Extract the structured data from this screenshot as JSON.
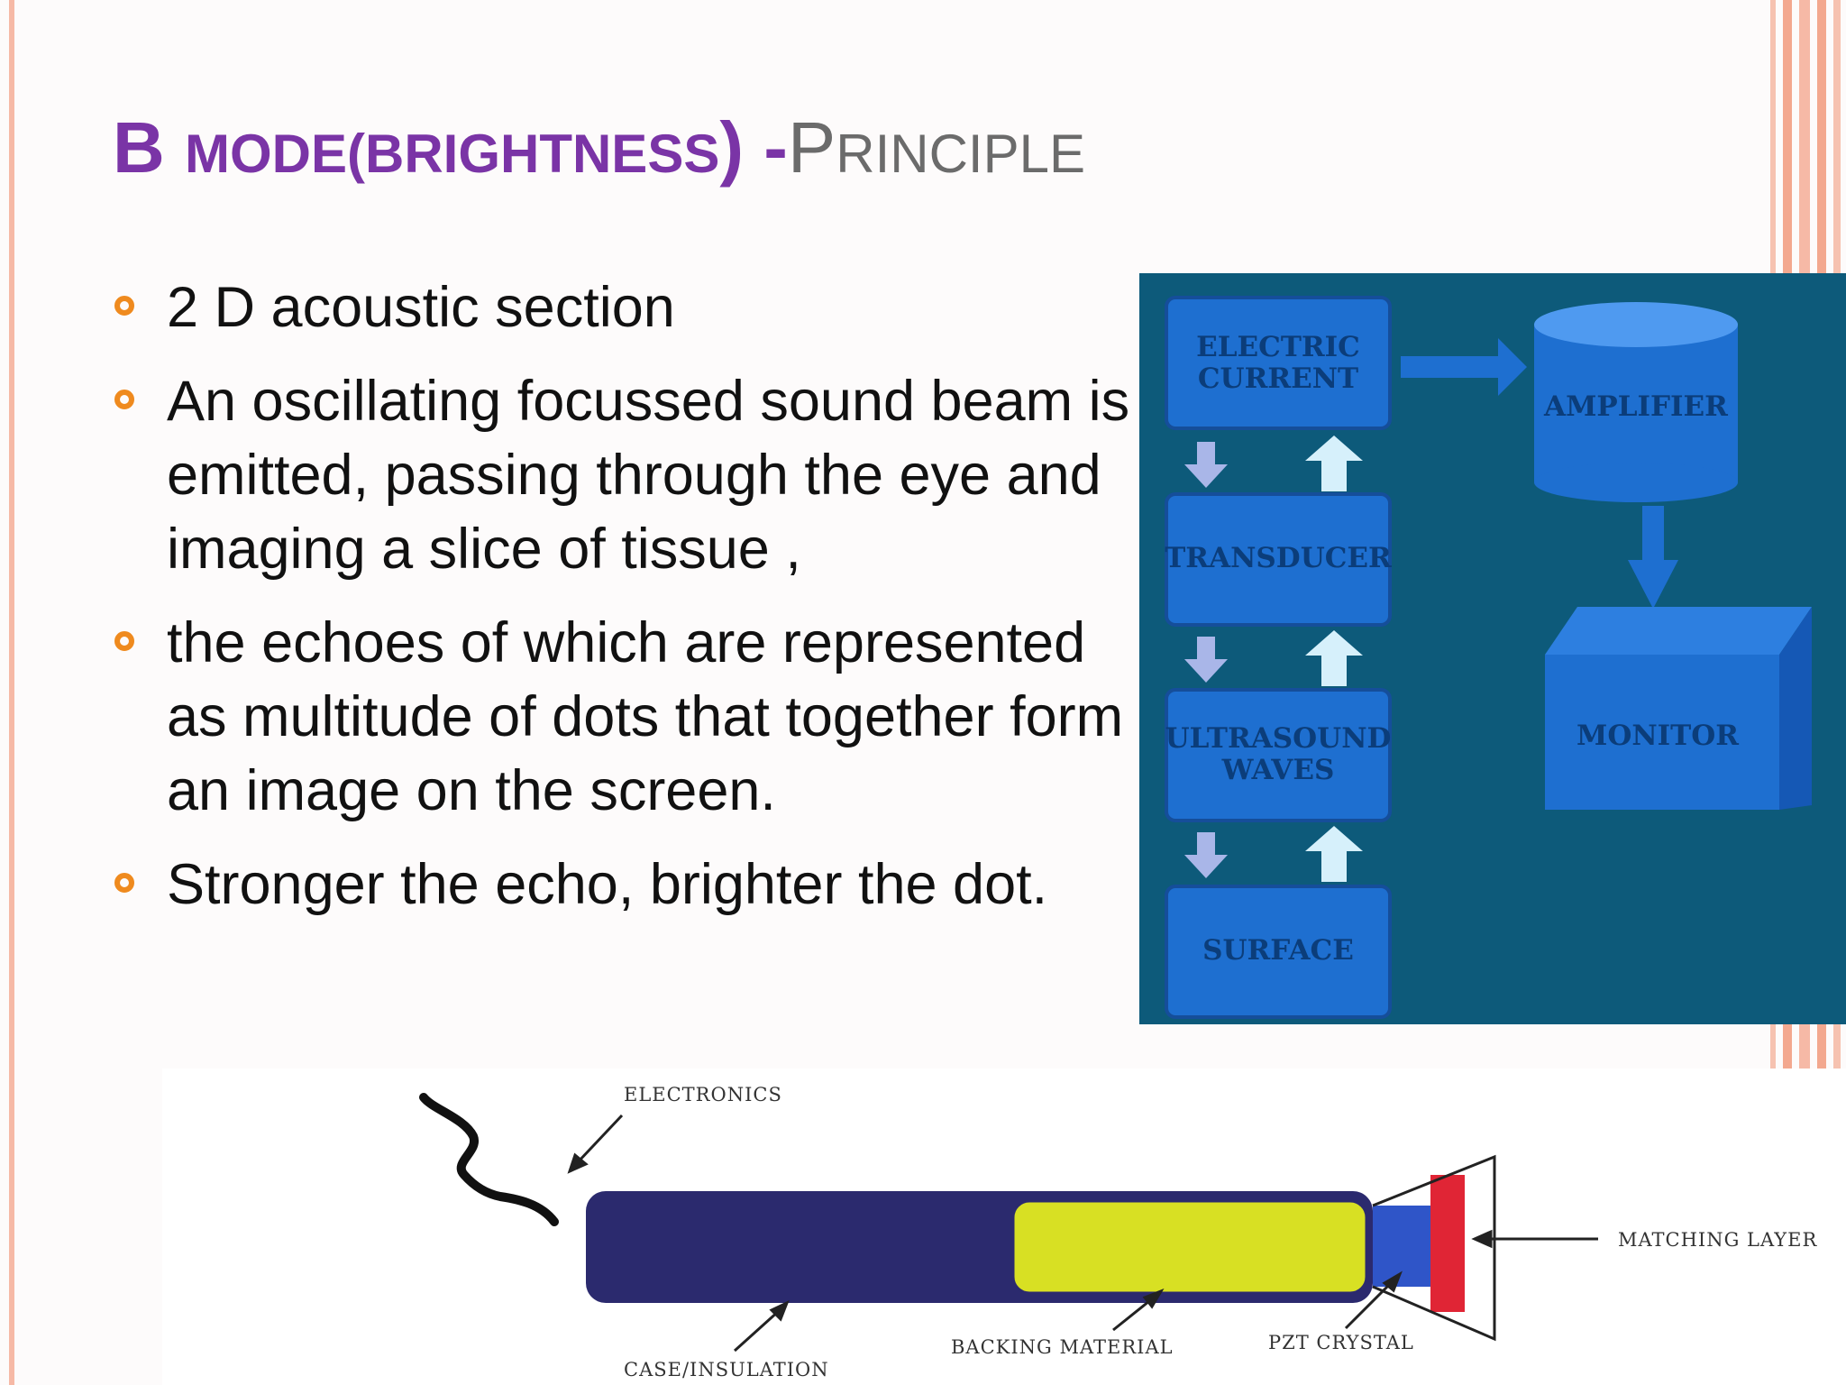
{
  "slide": {
    "title": {
      "part1": "B ",
      "part2": "MODE(",
      "part3": "BRIGHTNESS",
      "part4": ") -",
      "part5": "P",
      "part6": "RINCIPLE"
    },
    "bullets": [
      "2 D acoustic section",
      "An oscillating focussed sound beam is emitted, passing through the eye and imaging a slice of tissue ,",
      "the echoes of which are represented as multitude of dots that together form an image on the screen.",
      "Stronger the echo, brighter the dot."
    ]
  },
  "block_diagram": {
    "boxes": {
      "electric_current_line1": "ELECTRIC",
      "electric_current_line2": "CURRENT",
      "transducer": "TRANSDUCER",
      "ultrasound_waves_line1": "ULTRASOUND",
      "ultrasound_waves_line2": "WAVES",
      "surface": "SURFACE",
      "amplifier": "AMPLIFIER",
      "monitor": "MONITOR"
    }
  },
  "probe_diagram": {
    "labels": {
      "electronics": "ELECTRONICS",
      "matching_layer": "MATCHING LAYER",
      "backing_material": "BACKING MATERIAL",
      "pzt_crystal": "PZT CRYSTAL",
      "case_insulation": "CASE/INSULATION"
    }
  },
  "colors": {
    "title_purple": "#7a34a6",
    "title_gray": "#6b6b6b",
    "bullet_orange": "#ef8a1e",
    "diagram_bg": "#0d5a7a",
    "diagram_box": "#1e6fd0"
  }
}
